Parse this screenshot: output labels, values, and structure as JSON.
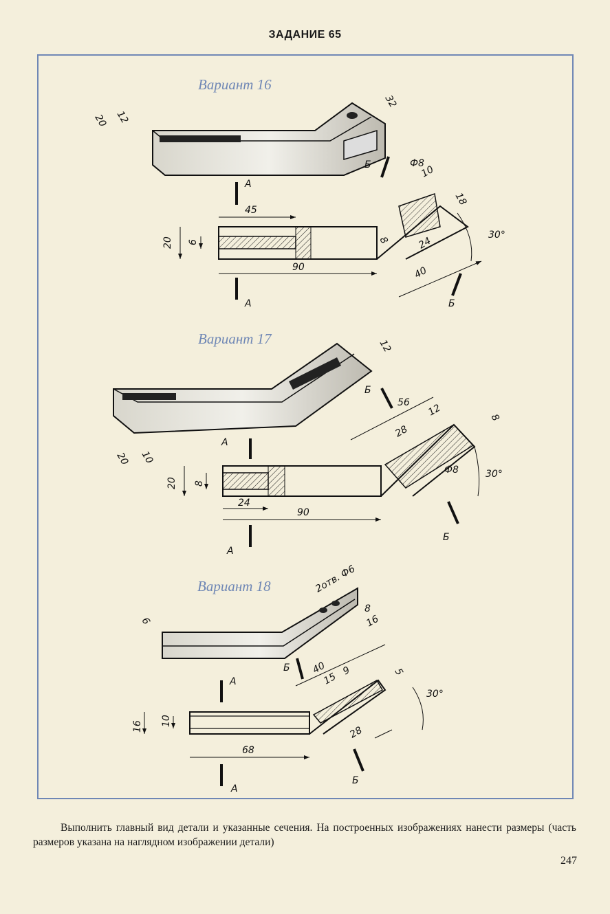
{
  "page_title": "ЗАДАНИЕ 65",
  "variants": [
    {
      "title": "Вариант 16",
      "dimensions": [
        "32",
        "20",
        "12",
        "Ф8",
        "10",
        "18",
        "45",
        "20",
        "6",
        "8",
        "24",
        "90",
        "40",
        "30°"
      ],
      "section_labels": [
        "А",
        "А",
        "Б",
        "Б"
      ]
    },
    {
      "title": "Вариант 17",
      "dimensions": [
        "12",
        "56",
        "12",
        "8",
        "28",
        "20",
        "10",
        "20",
        "8",
        "Ф8",
        "30°",
        "24",
        "90"
      ],
      "section_labels": [
        "А",
        "А",
        "Б",
        "Б"
      ]
    },
    {
      "title": "Вариант 18",
      "dimensions": [
        "2отв. Ф6",
        "6",
        "8",
        "16",
        "40",
        "15",
        "9",
        "5",
        "30°",
        "16",
        "10",
        "28",
        "68"
      ],
      "section_labels": [
        "А",
        "А",
        "Б",
        "Б"
      ]
    }
  ],
  "caption": "Выполнить главный вид детали и указанные сечения. На построенных изображениях нанести размеры (часть размеров указана на наглядном изображении детали)",
  "page_number": "247",
  "colors": {
    "frame": "#6f87b5",
    "paper": "#f4efdc",
    "ink": "#111111"
  }
}
